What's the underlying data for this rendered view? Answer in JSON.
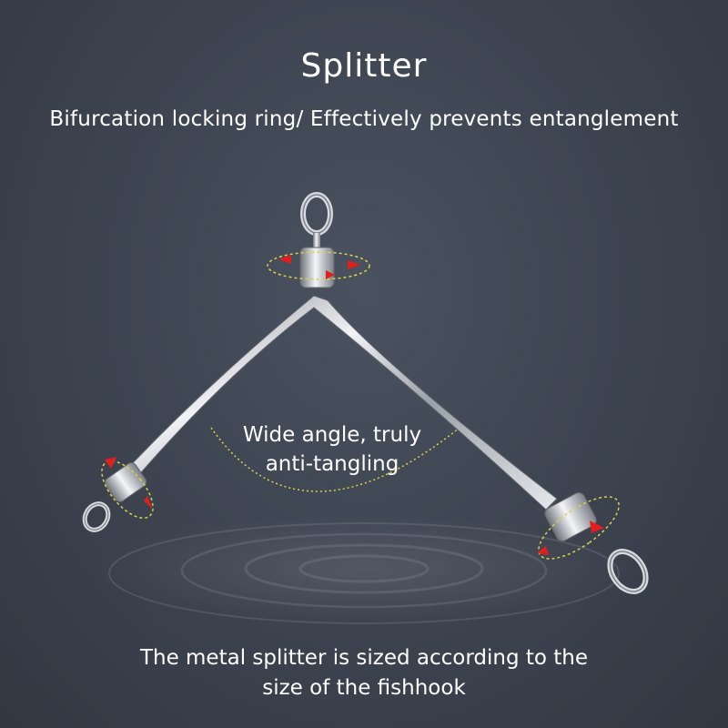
{
  "header": {
    "title": "Splitter",
    "subtitle": "Bifurcation locking ring/ Effectively prevents entanglement"
  },
  "annotation": {
    "line1": "Wide angle, truly",
    "line2": "anti-tangling"
  },
  "footer": {
    "line1": "The metal splitter is sized according to the",
    "line2": "size of the fishhook"
  },
  "colors": {
    "background": "#3c434f",
    "arrow_red": "#e01e1e",
    "dash_yellow": "#d9d24a",
    "metal": "#c9ccd2"
  }
}
